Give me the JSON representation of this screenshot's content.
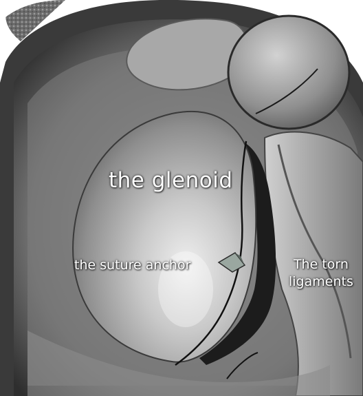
{
  "labels": {
    "glenoid": "the glenoid",
    "suture_anchor": "the suture anchor",
    "torn_line1": "The torn",
    "torn_line2": "ligaments"
  },
  "colors": {
    "background": "#ffffff",
    "label_text": "#ffffff",
    "dark_gap": "#1c1c1c",
    "bone_light": "#d6d6d6",
    "tissue_mid": "#8a8a8a",
    "anchor": "#9aa7a0"
  }
}
